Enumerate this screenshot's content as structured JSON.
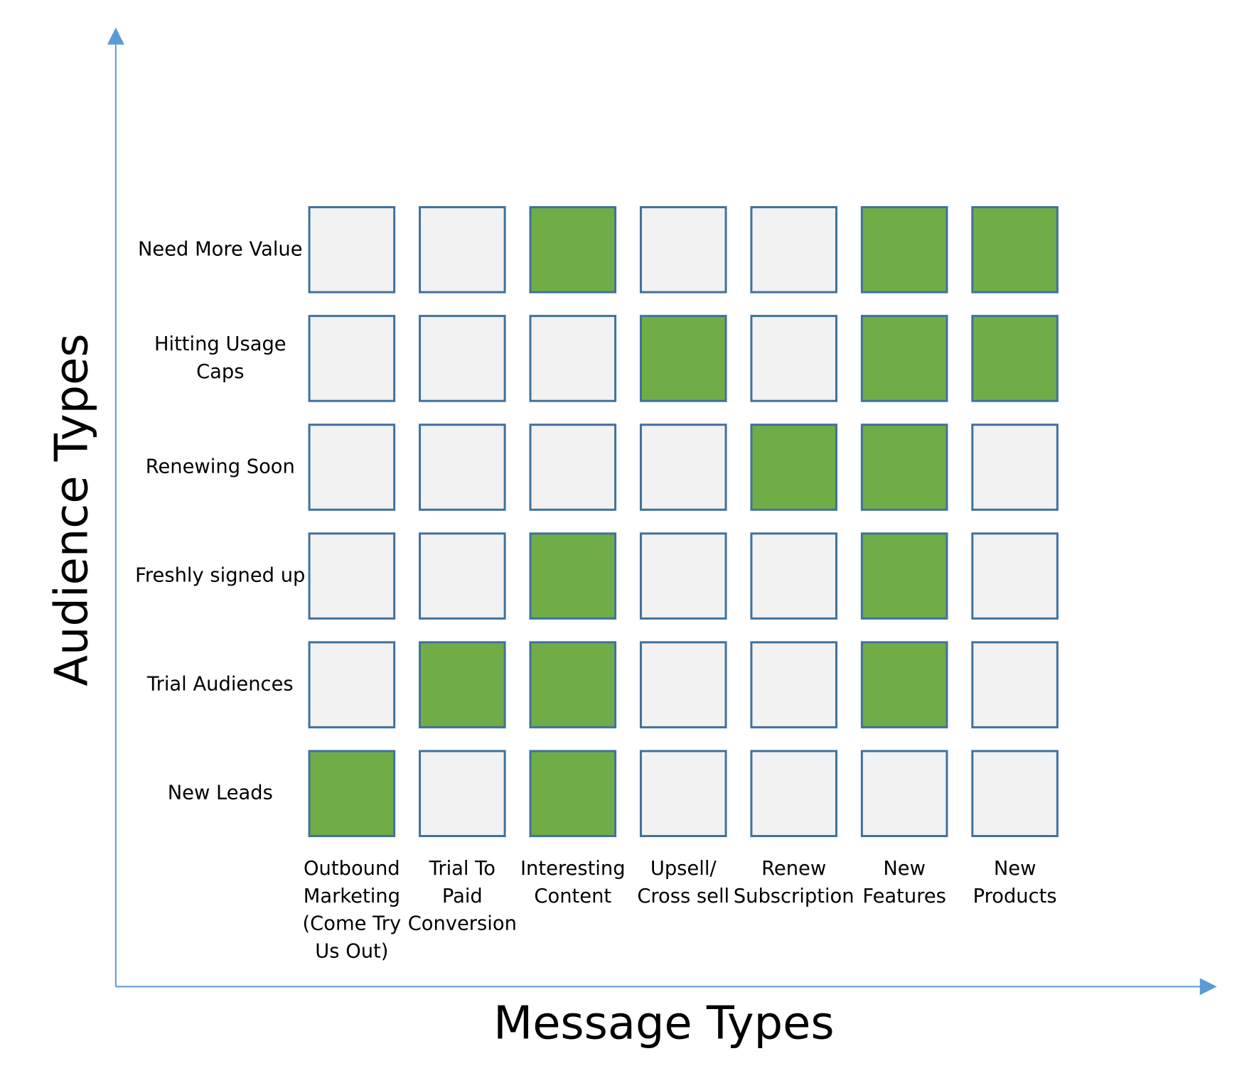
{
  "chart_data": {
    "type": "heatmap",
    "title": "",
    "xlabel": "Message Types",
    "ylabel": "Audience Types",
    "x_categories": [
      [
        "Outbound",
        "Marketing",
        "(Come Try",
        "Us Out)"
      ],
      [
        "Trial To",
        "Paid",
        "Conversion"
      ],
      [
        "Interesting",
        "Content"
      ],
      [
        "Upsell/",
        "Cross sell"
      ],
      [
        "Renew",
        "Subscription"
      ],
      [
        "New",
        "Features"
      ],
      [
        "New",
        "Products"
      ]
    ],
    "y_categories": [
      [
        "Need More Value"
      ],
      [
        "Hitting Usage",
        "Caps"
      ],
      [
        "Renewing Soon"
      ],
      [
        "Freshly signed up"
      ],
      [
        "Trial Audiences"
      ],
      [
        "New Leads"
      ]
    ],
    "matrix": [
      [
        0,
        0,
        1,
        0,
        0,
        1,
        1
      ],
      [
        0,
        0,
        0,
        1,
        0,
        1,
        1
      ],
      [
        0,
        0,
        0,
        0,
        1,
        1,
        0
      ],
      [
        0,
        0,
        1,
        0,
        0,
        1,
        0
      ],
      [
        0,
        1,
        1,
        0,
        0,
        1,
        0
      ],
      [
        1,
        0,
        1,
        0,
        0,
        0,
        0
      ]
    ],
    "colors": {
      "on": "#70AD47",
      "off": "#F2F2F2",
      "cell_border": "#41719C",
      "axis": "#5B9BD5",
      "text": "#000000"
    },
    "grid": false,
    "legend": "none"
  }
}
